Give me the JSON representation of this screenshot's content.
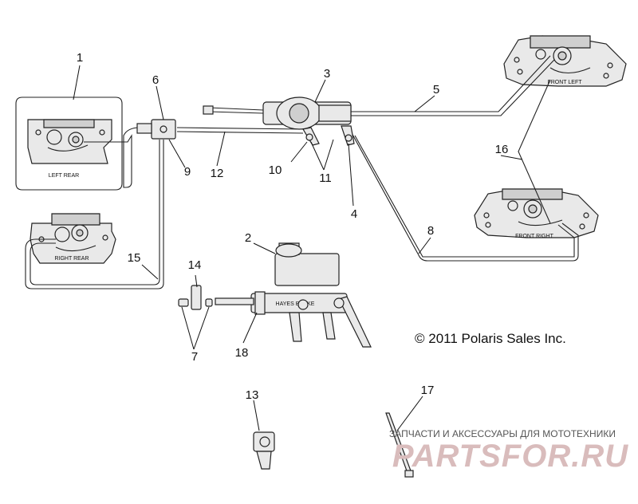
{
  "callouts": [
    "1",
    "2",
    "3",
    "4",
    "5",
    "6",
    "7",
    "8",
    "9",
    "10",
    "11",
    "12",
    "13",
    "14",
    "15",
    "16",
    "17",
    "18"
  ],
  "caliper_labels": {
    "left_rear": "LEFT REAR",
    "right_rear": "RIGHT REAR",
    "front_left": "FRONT LEFT",
    "front_right": "FRONT RIGHT"
  },
  "master_cylinder_label": "HAYES BRAKE",
  "copyright": "© 2011 Polaris Sales Inc.",
  "watermark": {
    "subtitle": "ЗАПЧАСТИ И АКСЕССУАРЫ ДЛЯ МОТОТЕХНИКИ",
    "brand": "PARTSFOR.RU"
  }
}
